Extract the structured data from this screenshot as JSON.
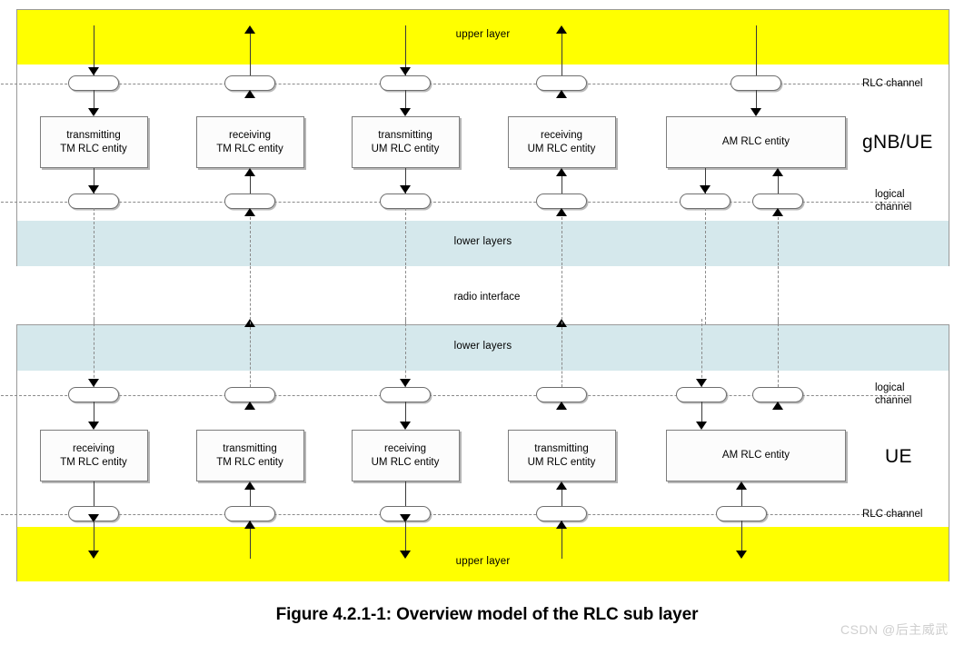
{
  "figure": {
    "caption": "Figure 4.2.1-1: Overview model of the RLC sub layer",
    "watermark": "CSDN @后主威武",
    "radio_interface_label": "radio interface"
  },
  "colors": {
    "upper_layer": "#ffff00",
    "lower_layers": "#d5e8ec",
    "panel_border": "#9a9a9a",
    "entity_border": "#7d7d7d",
    "dash_line": "#8a8a8a",
    "arrow": "#000000"
  },
  "labels": {
    "upper_layer": "upper layer",
    "lower_layers": "lower layers",
    "rlc_channel": "RLC channel",
    "logical_channel": "logical\nchannel",
    "node_gnb_ue": "gNB/UE",
    "node_ue": "UE"
  },
  "panels": [
    {
      "id": "top",
      "node": "gNB/UE",
      "upper_band_label": "upper layer",
      "lower_band_label": "lower layers",
      "top_channel_label": "RLC channel",
      "bottom_channel_label": "logical\nchannel",
      "entities": [
        {
          "line1": "transmitting",
          "line2": "TM RLC entity",
          "direction": "down"
        },
        {
          "line1": "receiving",
          "line2": "TM RLC entity",
          "direction": "up"
        },
        {
          "line1": "transmitting",
          "line2": "UM RLC entity",
          "direction": "down"
        },
        {
          "line1": "receiving",
          "line2": "UM RLC entity",
          "direction": "up"
        },
        {
          "line1": "AM RLC entity",
          "line2": "",
          "direction": "bidir"
        }
      ]
    },
    {
      "id": "bottom",
      "node": "UE",
      "upper_band_label": "upper layer",
      "lower_band_label": "lower layers",
      "top_channel_label": "logical\nchannel",
      "bottom_channel_label": "RLC channel",
      "entities": [
        {
          "line1": "receiving",
          "line2": "TM RLC entity",
          "direction": "down"
        },
        {
          "line1": "transmitting",
          "line2": "TM RLC entity",
          "direction": "up"
        },
        {
          "line1": "receiving",
          "line2": "UM RLC entity",
          "direction": "down"
        },
        {
          "line1": "transmitting",
          "line2": "UM RLC entity",
          "direction": "up"
        },
        {
          "line1": "AM RLC entity",
          "line2": "",
          "direction": "bidir"
        }
      ]
    }
  ]
}
